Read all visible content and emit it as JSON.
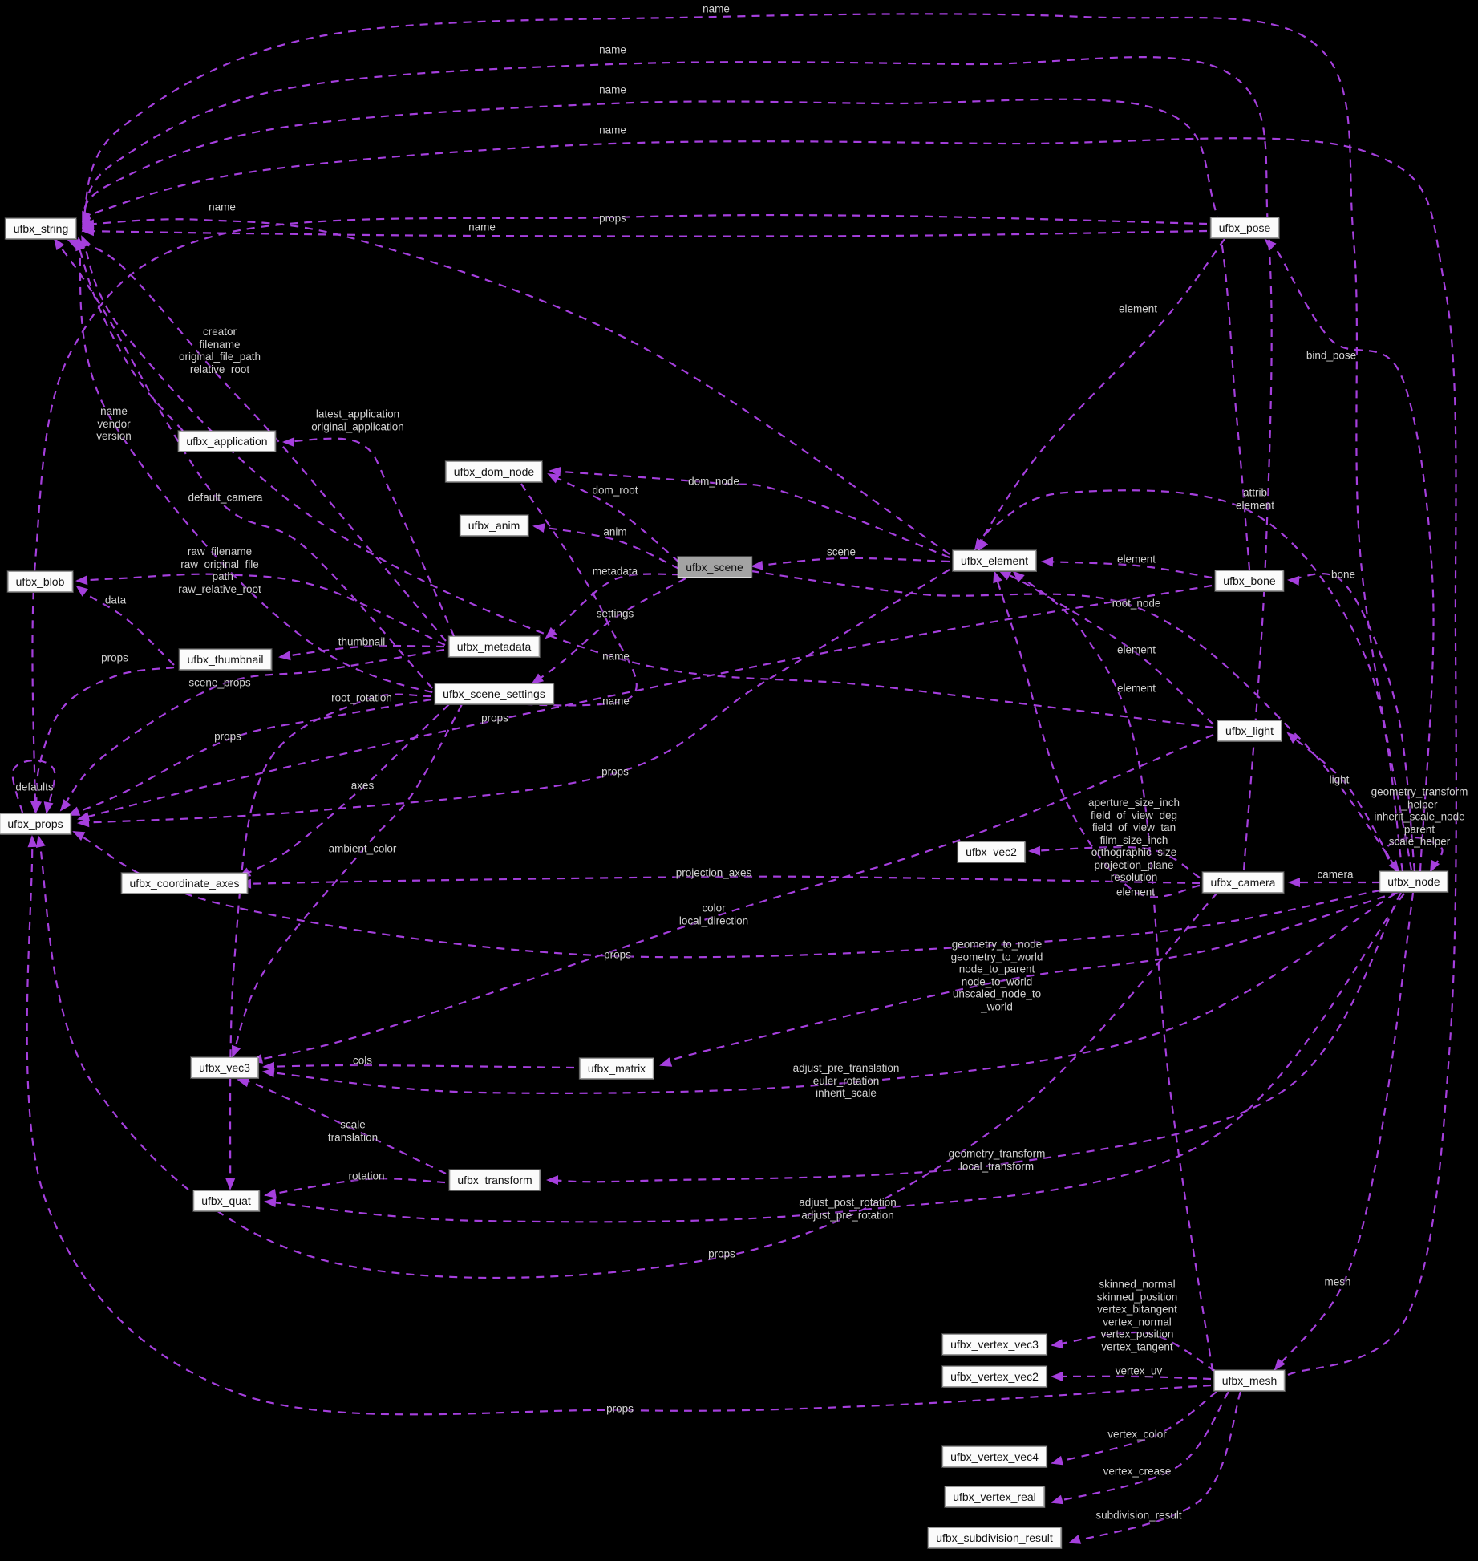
{
  "diagram": {
    "type": "collaboration-graph",
    "background_color": "#000000",
    "edge_color": "#a53fdd",
    "edge_label_color": "#d2d2d2",
    "node_fill": "#fbfbfb",
    "node_border": "#9a9a9a",
    "highlight_node_fill": "#a3a3a3",
    "nodes": [
      {
        "id": "ufbx_string",
        "label": "ufbx_string",
        "highlight": false
      },
      {
        "id": "ufbx_pose",
        "label": "ufbx_pose",
        "highlight": false
      },
      {
        "id": "ufbx_application",
        "label": "ufbx_application",
        "highlight": false
      },
      {
        "id": "ufbx_dom_node",
        "label": "ufbx_dom_node",
        "highlight": false
      },
      {
        "id": "ufbx_anim",
        "label": "ufbx_anim",
        "highlight": false
      },
      {
        "id": "ufbx_scene",
        "label": "ufbx_scene",
        "highlight": true
      },
      {
        "id": "ufbx_blob",
        "label": "ufbx_blob",
        "highlight": false
      },
      {
        "id": "ufbx_thumbnail",
        "label": "ufbx_thumbnail",
        "highlight": false
      },
      {
        "id": "ufbx_metadata",
        "label": "ufbx_metadata",
        "highlight": false
      },
      {
        "id": "ufbx_scene_settings",
        "label": "ufbx_scene_settings",
        "highlight": false
      },
      {
        "id": "ufbx_props",
        "label": "ufbx_props",
        "highlight": false
      },
      {
        "id": "ufbx_coordinate_axes",
        "label": "ufbx_coordinate_axes",
        "highlight": false
      },
      {
        "id": "ufbx_element",
        "label": "ufbx_element",
        "highlight": false
      },
      {
        "id": "ufbx_bone",
        "label": "ufbx_bone",
        "highlight": false
      },
      {
        "id": "ufbx_light",
        "label": "ufbx_light",
        "highlight": false
      },
      {
        "id": "ufbx_vec2",
        "label": "ufbx_vec2",
        "highlight": false
      },
      {
        "id": "ufbx_camera",
        "label": "ufbx_camera",
        "highlight": false
      },
      {
        "id": "ufbx_node",
        "label": "ufbx_node",
        "highlight": false
      },
      {
        "id": "ufbx_vec3",
        "label": "ufbx_vec3",
        "highlight": false
      },
      {
        "id": "ufbx_matrix",
        "label": "ufbx_matrix",
        "highlight": false
      },
      {
        "id": "ufbx_transform",
        "label": "ufbx_transform",
        "highlight": false
      },
      {
        "id": "ufbx_quat",
        "label": "ufbx_quat",
        "highlight": false
      },
      {
        "id": "ufbx_vertex_vec3",
        "label": "ufbx_vertex_vec3",
        "highlight": false
      },
      {
        "id": "ufbx_vertex_vec2",
        "label": "ufbx_vertex_vec2",
        "highlight": false
      },
      {
        "id": "ufbx_mesh",
        "label": "ufbx_mesh",
        "highlight": false
      },
      {
        "id": "ufbx_vertex_vec4",
        "label": "ufbx_vertex_vec4",
        "highlight": false
      },
      {
        "id": "ufbx_vertex_real",
        "label": "ufbx_vertex_real",
        "highlight": false
      },
      {
        "id": "ufbx_subdivision_result",
        "label": "ufbx_subdivision_result",
        "highlight": false
      }
    ],
    "edges": [
      {
        "from": "ufbx_node",
        "to": "ufbx_string",
        "label": "name"
      },
      {
        "from": "ufbx_camera",
        "to": "ufbx_string",
        "label": "name"
      },
      {
        "from": "ufbx_bone",
        "to": "ufbx_string",
        "label": "name"
      },
      {
        "from": "ufbx_mesh",
        "to": "ufbx_string",
        "label": "name"
      },
      {
        "from": "ufbx_element",
        "to": "ufbx_string",
        "label": "name"
      },
      {
        "from": "ufbx_pose",
        "to": "ufbx_string",
        "label": "name"
      },
      {
        "from": "ufbx_light",
        "to": "ufbx_string",
        "label": "name"
      },
      {
        "from": "ufbx_dom_node",
        "to": "ufbx_string",
        "label": "name"
      },
      {
        "from": "ufbx_application",
        "to": "ufbx_string",
        "label": "name\nvendor\nversion"
      },
      {
        "from": "ufbx_metadata",
        "to": "ufbx_string",
        "label": "creator\nfilename\noriginal_file_path\nrelative_root"
      },
      {
        "from": "ufbx_scene_settings",
        "to": "ufbx_string",
        "label": "default_camera"
      },
      {
        "from": "ufbx_metadata",
        "to": "ufbx_application",
        "label": "latest_application\noriginal_application"
      },
      {
        "from": "ufbx_metadata",
        "to": "ufbx_blob",
        "label": "raw_filename\nraw_original_file\n_path\nraw_relative_root"
      },
      {
        "from": "ufbx_thumbnail",
        "to": "ufbx_blob",
        "label": "data"
      },
      {
        "from": "ufbx_metadata",
        "to": "ufbx_thumbnail",
        "label": "thumbnail"
      },
      {
        "from": "ufbx_scene",
        "to": "ufbx_dom_node",
        "label": "dom_root"
      },
      {
        "from": "ufbx_element",
        "to": "ufbx_dom_node",
        "label": "dom_node"
      },
      {
        "from": "ufbx_scene",
        "to": "ufbx_anim",
        "label": "anim"
      },
      {
        "from": "ufbx_element",
        "to": "ufbx_scene",
        "label": "scene"
      },
      {
        "from": "ufbx_scene",
        "to": "ufbx_metadata",
        "label": "metadata"
      },
      {
        "from": "ufbx_scene",
        "to": "ufbx_scene_settings",
        "label": "settings"
      },
      {
        "from": "ufbx_scene",
        "to": "ufbx_node",
        "label": "root_node"
      },
      {
        "from": "ufbx_node",
        "to": "ufbx_element",
        "label": "attrib\nelement"
      },
      {
        "from": "ufbx_bone",
        "to": "ufbx_element",
        "label": "element"
      },
      {
        "from": "ufbx_node",
        "to": "ufbx_bone",
        "label": "bone"
      },
      {
        "from": "ufbx_light",
        "to": "ufbx_element",
        "label": "element"
      },
      {
        "from": "ufbx_mesh",
        "to": "ufbx_element",
        "label": "element"
      },
      {
        "from": "ufbx_camera",
        "to": "ufbx_element",
        "label": "element"
      },
      {
        "from": "ufbx_pose",
        "to": "ufbx_element",
        "label": "element"
      },
      {
        "from": "ufbx_node",
        "to": "ufbx_pose",
        "label": "bind_pose"
      },
      {
        "from": "ufbx_pose",
        "to": "ufbx_props",
        "label": "props"
      },
      {
        "from": "ufbx_thumbnail",
        "to": "ufbx_props",
        "label": "props"
      },
      {
        "from": "ufbx_metadata",
        "to": "ufbx_props",
        "label": "scene_props"
      },
      {
        "from": "ufbx_scene_settings",
        "to": "ufbx_props",
        "label": "props"
      },
      {
        "from": "ufbx_bone",
        "to": "ufbx_props",
        "label": "props"
      },
      {
        "from": "ufbx_element",
        "to": "ufbx_props",
        "label": "props"
      },
      {
        "from": "ufbx_node",
        "to": "ufbx_props",
        "label": "props"
      },
      {
        "from": "ufbx_camera",
        "to": "ufbx_props",
        "label": "props"
      },
      {
        "from": "ufbx_mesh",
        "to": "ufbx_props",
        "label": "props"
      },
      {
        "from": "ufbx_props",
        "to": "ufbx_props",
        "label": "defaults"
      },
      {
        "from": "ufbx_scene_settings",
        "to": "ufbx_coordinate_axes",
        "label": "axes"
      },
      {
        "from": "ufbx_scene_settings",
        "to": "ufbx_vec3",
        "label": "ambient_color"
      },
      {
        "from": "ufbx_camera",
        "to": "ufbx_vec2",
        "label": "aperture_size_inch\nfield_of_view_deg\nfield_of_view_tan\nfilm_size_inch\northographic_size\nprojection_plane\nresolution"
      },
      {
        "from": "ufbx_node",
        "to": "ufbx_light",
        "label": "light"
      },
      {
        "from": "ufbx_node",
        "to": "ufbx_node",
        "label": "geometry_transform\n_helper\ninherit_scale_node\nparent\nscale_helper"
      },
      {
        "from": "ufbx_node",
        "to": "ufbx_camera",
        "label": "camera"
      },
      {
        "from": "ufbx_camera",
        "to": "ufbx_coordinate_axes",
        "label": "projection_axes"
      },
      {
        "from": "ufbx_light",
        "to": "ufbx_vec3",
        "label": "color\nlocal_direction"
      },
      {
        "from": "ufbx_node",
        "to": "ufbx_matrix",
        "label": "geometry_to_node\ngeometry_to_world\nnode_to_parent\nnode_to_world\nunscaled_node_to\n_world"
      },
      {
        "from": "ufbx_matrix",
        "to": "ufbx_vec3",
        "label": "cols"
      },
      {
        "from": "ufbx_node",
        "to": "ufbx_vec3",
        "label": "adjust_pre_translation\neuler_rotation\ninherit_scale"
      },
      {
        "from": "ufbx_transform",
        "to": "ufbx_vec3",
        "label": "scale\ntranslation"
      },
      {
        "from": "ufbx_node",
        "to": "ufbx_transform",
        "label": "geometry_transform\nlocal_transform"
      },
      {
        "from": "ufbx_transform",
        "to": "ufbx_quat",
        "label": "rotation"
      },
      {
        "from": "ufbx_node",
        "to": "ufbx_quat",
        "label": "adjust_post_rotation\nadjust_pre_rotation"
      },
      {
        "from": "ufbx_node",
        "to": "ufbx_mesh",
        "label": "mesh"
      },
      {
        "from": "ufbx_mesh",
        "to": "ufbx_vertex_vec3",
        "label": "skinned_normal\nskinned_position\nvertex_bitangent\nvertex_normal\nvertex_position\nvertex_tangent"
      },
      {
        "from": "ufbx_mesh",
        "to": "ufbx_vertex_vec2",
        "label": "vertex_uv"
      },
      {
        "from": "ufbx_mesh",
        "to": "ufbx_vertex_vec4",
        "label": "vertex_color"
      },
      {
        "from": "ufbx_mesh",
        "to": "ufbx_vertex_real",
        "label": "vertex_crease"
      },
      {
        "from": "ufbx_mesh",
        "to": "ufbx_subdivision_result",
        "label": "subdivision_result"
      },
      {
        "from": "ufbx_scene_settings",
        "to": "ufbx_quat",
        "label": "root_rotation"
      }
    ]
  }
}
